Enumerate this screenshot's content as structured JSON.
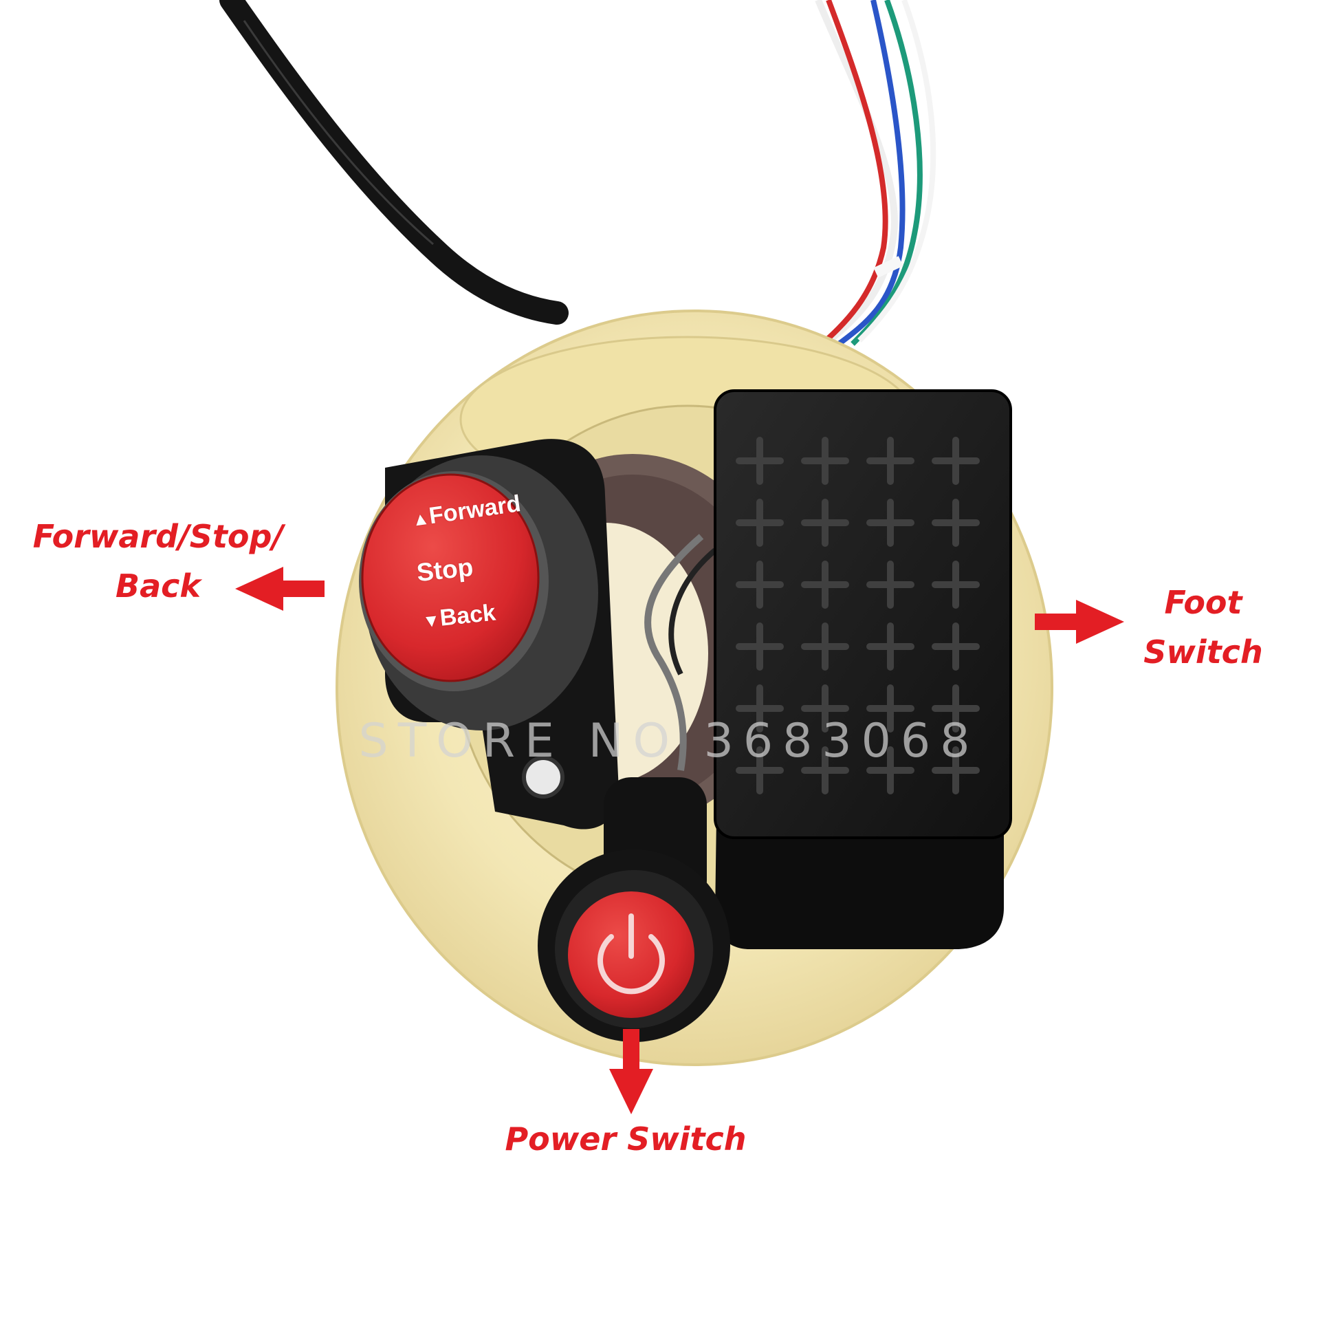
{
  "callouts": {
    "forward_stop_back": [
      "Forward/Stop/",
      "Back"
    ],
    "foot_switch": [
      "Foot",
      "Switch"
    ],
    "power_switch": "Power Switch"
  },
  "watermark": "STORE NO 3683068",
  "rocker_button": {
    "up_symbol": "▲",
    "forward": "Forward",
    "stop": "Stop",
    "down_symbol": "▼",
    "back": "Back"
  },
  "colors": {
    "callout_red": "#e31e24",
    "button_red": "#d8282c",
    "tape_yellow": "#f3e7b5",
    "plastic_black": "#1a1a1a"
  },
  "icons": {
    "power_button": "power-icon"
  }
}
